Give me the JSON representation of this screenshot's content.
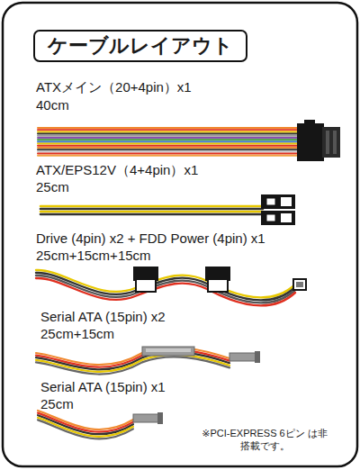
{
  "diagram": {
    "title": "ケーブルレイアウト",
    "labels": [
      "ATXメイン（20+4pin）x1",
      "40cm",
      "ATX/EPS12V（4+4pin）x1",
      "25cm",
      "Drive (4pin) x2 + FDD Power (4pin) x1",
      "25cm+15cm+15cm",
      "Serial ATA (15pin) x2",
      "25cm+15cm",
      "Serial ATA (15pin) x1",
      "25cm",
      "※PCI-EXPRESS 6ピン は非搭載です。"
    ]
  }
}
